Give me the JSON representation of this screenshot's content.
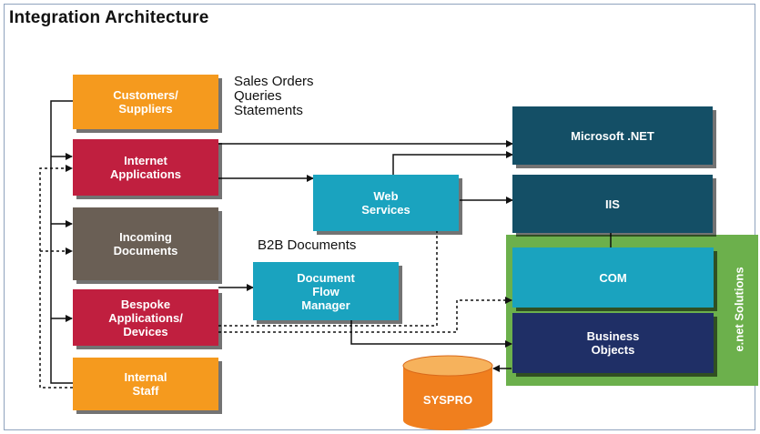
{
  "title": "Integration Architecture",
  "colors": {
    "orange": "#f59a1e",
    "crimson": "#c01f3f",
    "taupe": "#6a5f55",
    "teal": "#1aa3bf",
    "navy_teal": "#144f66",
    "navy": "#1f2f66",
    "green": "#6cb04c"
  },
  "sources": {
    "customers": "Customers/\nSuppliers",
    "internet": "Internet\nApplications",
    "incoming": "Incoming\nDocuments",
    "bespoke": "Bespoke\nApplications/\nDevices",
    "staff": "Internal\nStaff"
  },
  "notes": {
    "sales": "Sales Orders\nQueries\nStatements",
    "b2b": "B2B Documents"
  },
  "middle": {
    "web_services": "Web\nServices",
    "dfm": "Document\nFlow\nManager"
  },
  "targets": {
    "dotnet": "Microsoft .NET",
    "iis": "IIS",
    "com": "COM",
    "business_objects": "Business\nObjects"
  },
  "enet_label": "e.net Solutions",
  "database": "SYSPRO"
}
